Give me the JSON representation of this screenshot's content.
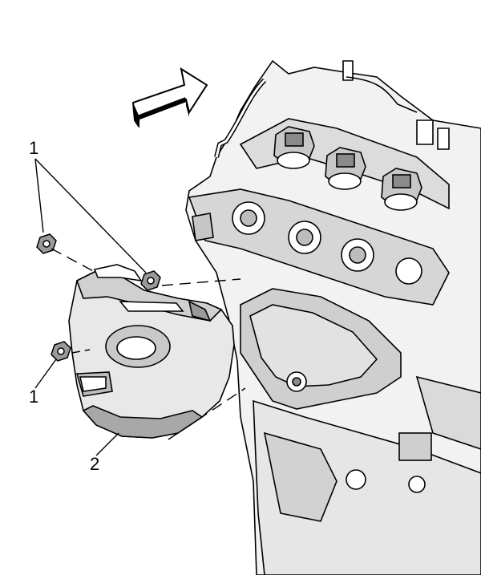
{
  "callouts": {
    "bolt_top": "1",
    "bolt_bottom": "1",
    "heat_shield": "2"
  },
  "colors": {
    "line": "#000000",
    "light_fill": "#e6e6e6",
    "mid_fill": "#c8c8c8",
    "dark_fill": "#9a9a9a",
    "background": "#ffffff"
  },
  "icons": {
    "direction_arrow": "front-direction-arrow-icon"
  }
}
